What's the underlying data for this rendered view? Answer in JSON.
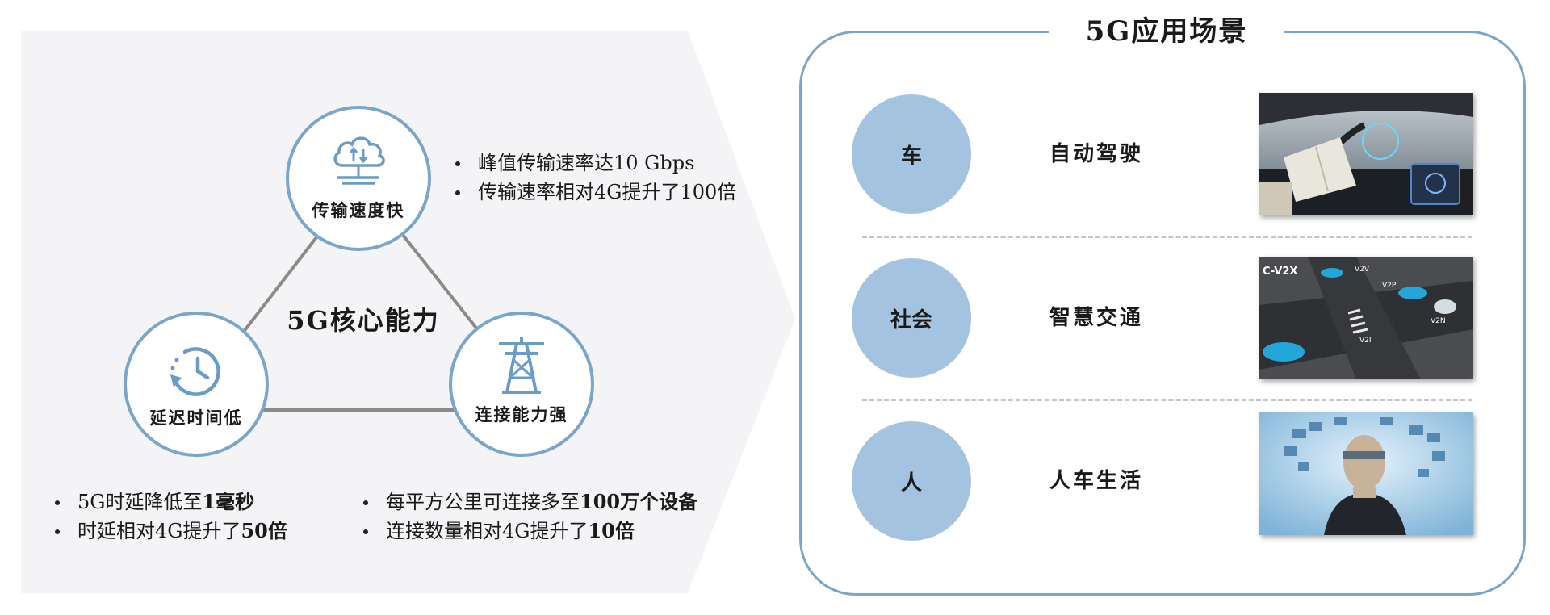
{
  "core": {
    "title": "5G核心能力",
    "speed": {
      "label": "传输速度快",
      "icon": "cloud-transfer-icon",
      "bullets": [
        {
          "text": "峰值传输速率达10 Gbps"
        },
        {
          "text": "传输速率相对4G提升了100倍"
        }
      ]
    },
    "latency": {
      "label": "延迟时间低",
      "icon": "clock-refresh-icon",
      "bullets": [
        {
          "prefix": "5G时延降低至",
          "strong": "1毫秒"
        },
        {
          "prefix": "时延相对4G提升了",
          "strong": "50倍"
        }
      ]
    },
    "connect": {
      "label": "连接能力强",
      "icon": "signal-tower-icon",
      "bullets": [
        {
          "prefix": "每平方公里可连接多至",
          "strong": "100万个设备"
        },
        {
          "prefix": "连接数量相对4G提升了",
          "strong": "10倍"
        }
      ]
    }
  },
  "apps": {
    "title": "5G应用场景",
    "rows": [
      {
        "circle": "车",
        "label": "自动驾驶",
        "image": "autonomous-driving-photo"
      },
      {
        "circle": "社会",
        "label": "智慧交通",
        "image": "smart-traffic-photo",
        "image_text": [
          "C-V2X",
          "V2V",
          "V2P",
          "V2N",
          "V2I"
        ]
      },
      {
        "circle": "人",
        "label": "人车生活",
        "image": "human-vehicle-life-photo"
      }
    ]
  },
  "colors": {
    "accent": "#7aa6cc",
    "circle_fill": "#a3c3e0",
    "panel": "#f4f4f6",
    "triangle": "#8a8a8a"
  }
}
